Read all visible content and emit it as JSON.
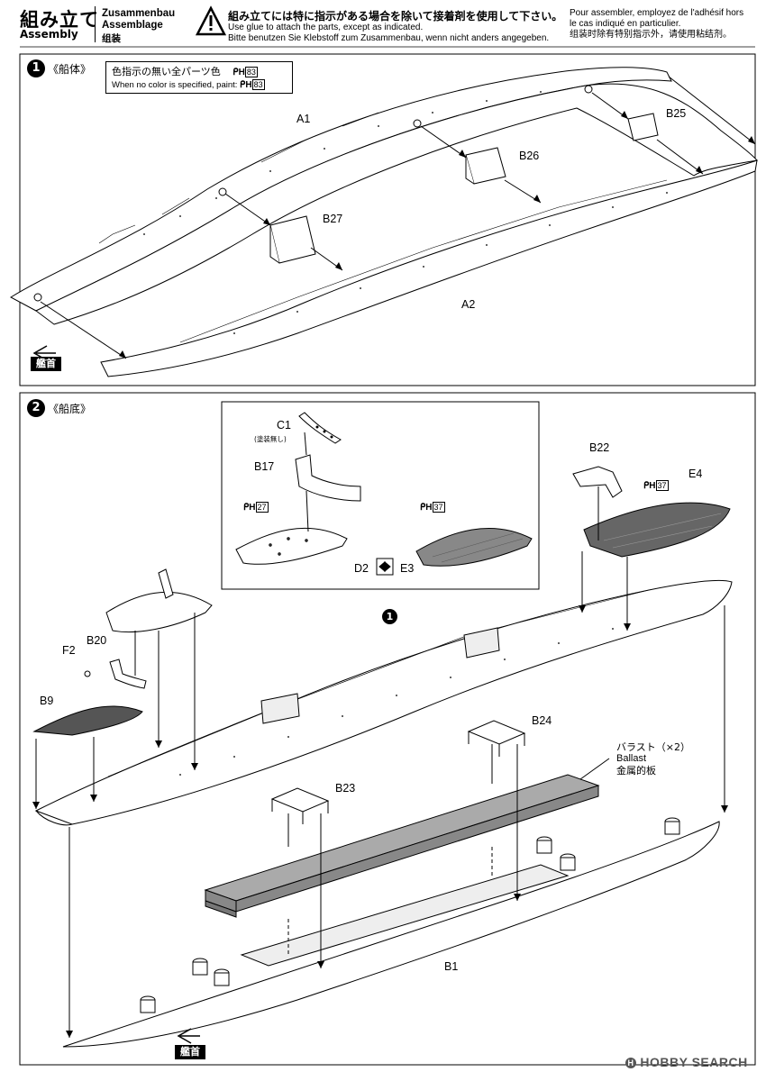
{
  "header": {
    "title_ja": "組み立て",
    "title_en": "Assembly",
    "title_de": "Zusammenbau",
    "title_fr": "Assemblage",
    "title_cn": "组装",
    "warning_icon": "warning-triangle-icon",
    "note_ja": "組み立てには特に指示がある場合を除いて接着剤を使用して下さい。",
    "note_en": "Use glue to attach the parts, except as indicated.",
    "note_de": "Bitte benutzen Sie Klebstoff zum Zusammenbau, wenn nicht anders angegeben.",
    "note_fr_1": "Pour assembler, employez de l'adhésif hors",
    "note_fr_2": "le cas indiqué en particulier.",
    "note_cn": "组装时除有特别指示外，请使用粘结剂。"
  },
  "step1": {
    "number": "1",
    "label": "《船体》",
    "color_note_ja": "色指示の無い全パーツ色",
    "color_note_en": "When no color is specified, paint:",
    "paint_prefix": "H",
    "paint_code": "83",
    "parts": {
      "a1": "A1",
      "a2": "A2",
      "b25": "B25",
      "b26": "B26",
      "b27": "B27"
    },
    "bow": "艦首"
  },
  "step2": {
    "number": "2",
    "label": "《船底》",
    "ref_step": "1",
    "parts": {
      "c1": "C1",
      "c1_note": "(塗装無し)",
      "b17": "B17",
      "paint27_prefix": "H",
      "paint27": "27",
      "paint37a_prefix": "H",
      "paint37a": "37",
      "d2": "D2",
      "e3": "E3",
      "b22": "B22",
      "paint37b_prefix": "H",
      "paint37b": "37",
      "e4": "E4",
      "f2": "F2",
      "b20": "B20",
      "b9": "B9",
      "b24": "B24",
      "b23": "B23",
      "b1": "B1",
      "ballast_ja": "バラスト（×2）",
      "ballast_en": "Ballast",
      "ballast_cn": "金属的板"
    },
    "bow": "艦首"
  },
  "watermark": "HOBBY SEARCH"
}
